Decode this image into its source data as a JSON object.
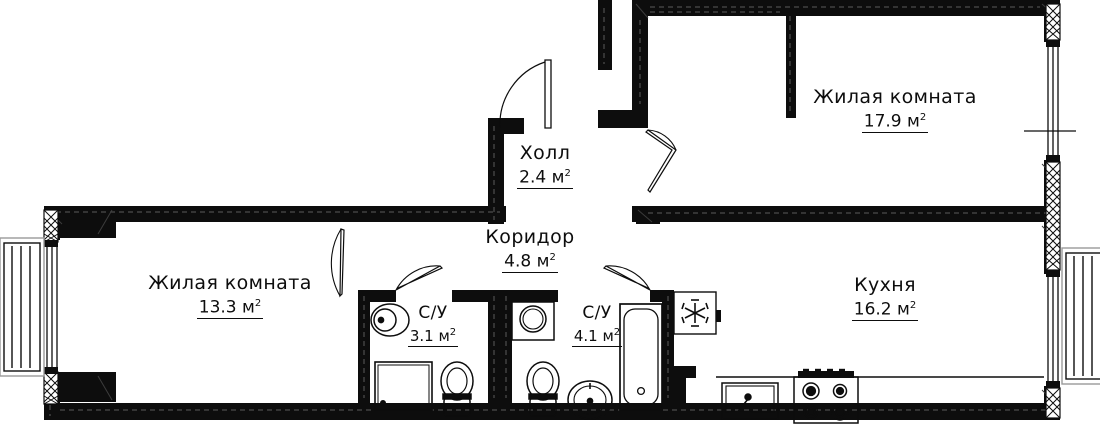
{
  "plan": {
    "type": "apartment-floor-plan",
    "unit": "м²",
    "stroke_color": "#0d0d0d",
    "fill_color": "#ffffff",
    "wall_color": "#0d0d0d",
    "rooms": [
      {
        "id": "zhilaya-17",
        "name": "Жилая комната",
        "area": "17.9",
        "unit": "м",
        "sup": "2"
      },
      {
        "id": "holl",
        "name": "Холл",
        "area": "2.4",
        "unit": "м",
        "sup": "2"
      },
      {
        "id": "koridor",
        "name": "Коридор",
        "area": "4.8",
        "unit": "м",
        "sup": "2"
      },
      {
        "id": "zhilaya-13",
        "name": "Жилая комната",
        "area": "13.3",
        "unit": "м",
        "sup": "2"
      },
      {
        "id": "su-31",
        "name": "С/У",
        "area": "3.1",
        "unit": "м",
        "sup": "2"
      },
      {
        "id": "su-41",
        "name": "С/У",
        "area": "4.1",
        "unit": "м",
        "sup": "2"
      },
      {
        "id": "kuhnya",
        "name": "Кухня",
        "area": "16.2",
        "unit": "м",
        "sup": "2"
      }
    ],
    "fixtures": [
      {
        "name": "refrigerator-icon",
        "room": "kuhnya"
      },
      {
        "name": "kitchen-sink-icon",
        "room": "kuhnya"
      },
      {
        "name": "cooktop-icon",
        "room": "kuhnya"
      },
      {
        "name": "washbasin-icon",
        "room": "su-31"
      },
      {
        "name": "shower-tray-icon",
        "room": "su-31"
      },
      {
        "name": "toilet-icon",
        "room": "su-31"
      },
      {
        "name": "washing-machine-icon",
        "room": "su-41"
      },
      {
        "name": "toilet-icon",
        "room": "su-41"
      },
      {
        "name": "washbasin-icon",
        "room": "su-41"
      },
      {
        "name": "bathtub-icon",
        "room": "su-41"
      }
    ],
    "openings": [
      {
        "name": "entry-door",
        "style": "swing"
      },
      {
        "name": "hall-door",
        "style": "folding"
      },
      {
        "name": "living-room-door",
        "style": "swing"
      },
      {
        "name": "bathroom-su31-door",
        "style": "swing"
      },
      {
        "name": "bathroom-su41-door",
        "style": "swing"
      },
      {
        "name": "window-left",
        "style": "window"
      },
      {
        "name": "window-right-top",
        "style": "window"
      },
      {
        "name": "window-right-bottom",
        "style": "window"
      },
      {
        "name": "balcony-left",
        "style": "louvered"
      },
      {
        "name": "balcony-right",
        "style": "louvered"
      }
    ]
  }
}
